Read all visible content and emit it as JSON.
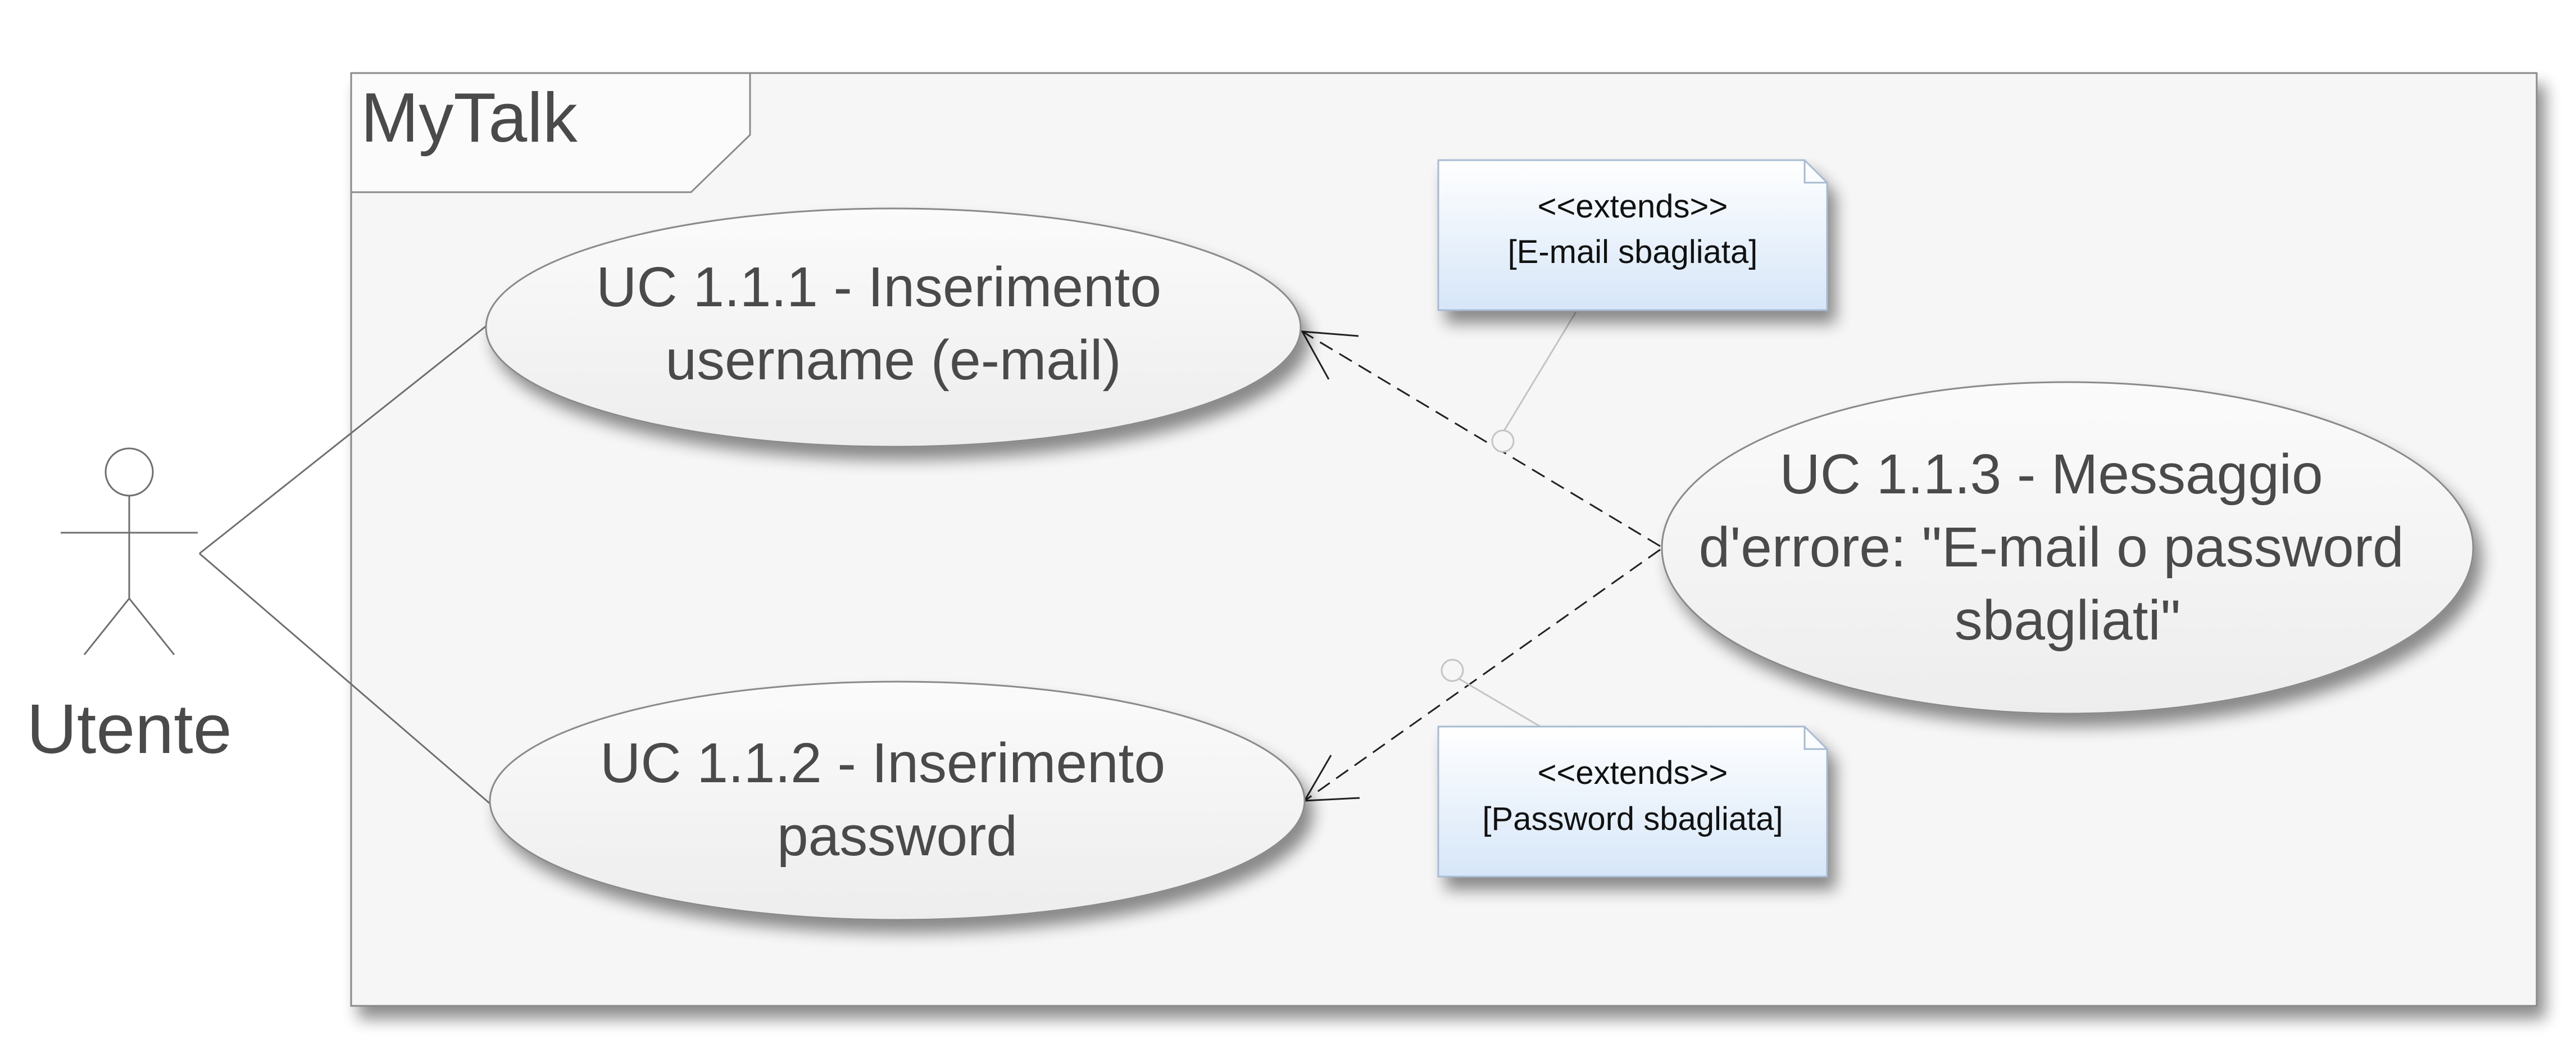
{
  "system": {
    "name": "MyTalk"
  },
  "actor": {
    "name": "Utente"
  },
  "use_cases": [
    {
      "id": "uc111",
      "lines": [
        "UC 1.1.1 - Inserimento",
        "username (e-mail)"
      ]
    },
    {
      "id": "uc112",
      "lines": [
        "UC 1.1.2 - Inserimento",
        "password"
      ]
    },
    {
      "id": "uc113",
      "lines": [
        "UC 1.1.3 - Messaggio",
        "d'errore: \"E-mail o password",
        "sbagliati\""
      ]
    }
  ],
  "notes": [
    {
      "id": "note-email",
      "stereotype": "<<extends>>",
      "condition": "[E-mail sbagliata]"
    },
    {
      "id": "note-password",
      "stereotype": "<<extends>>",
      "condition": "[Password sbagliata]"
    }
  ],
  "colors": {
    "frame_fill": "#f7f7f7",
    "stroke": "#7a7a7a",
    "note_fill": "#dde9f8",
    "note_stroke": "#9fb3cc",
    "text": "#4a4a4a"
  }
}
